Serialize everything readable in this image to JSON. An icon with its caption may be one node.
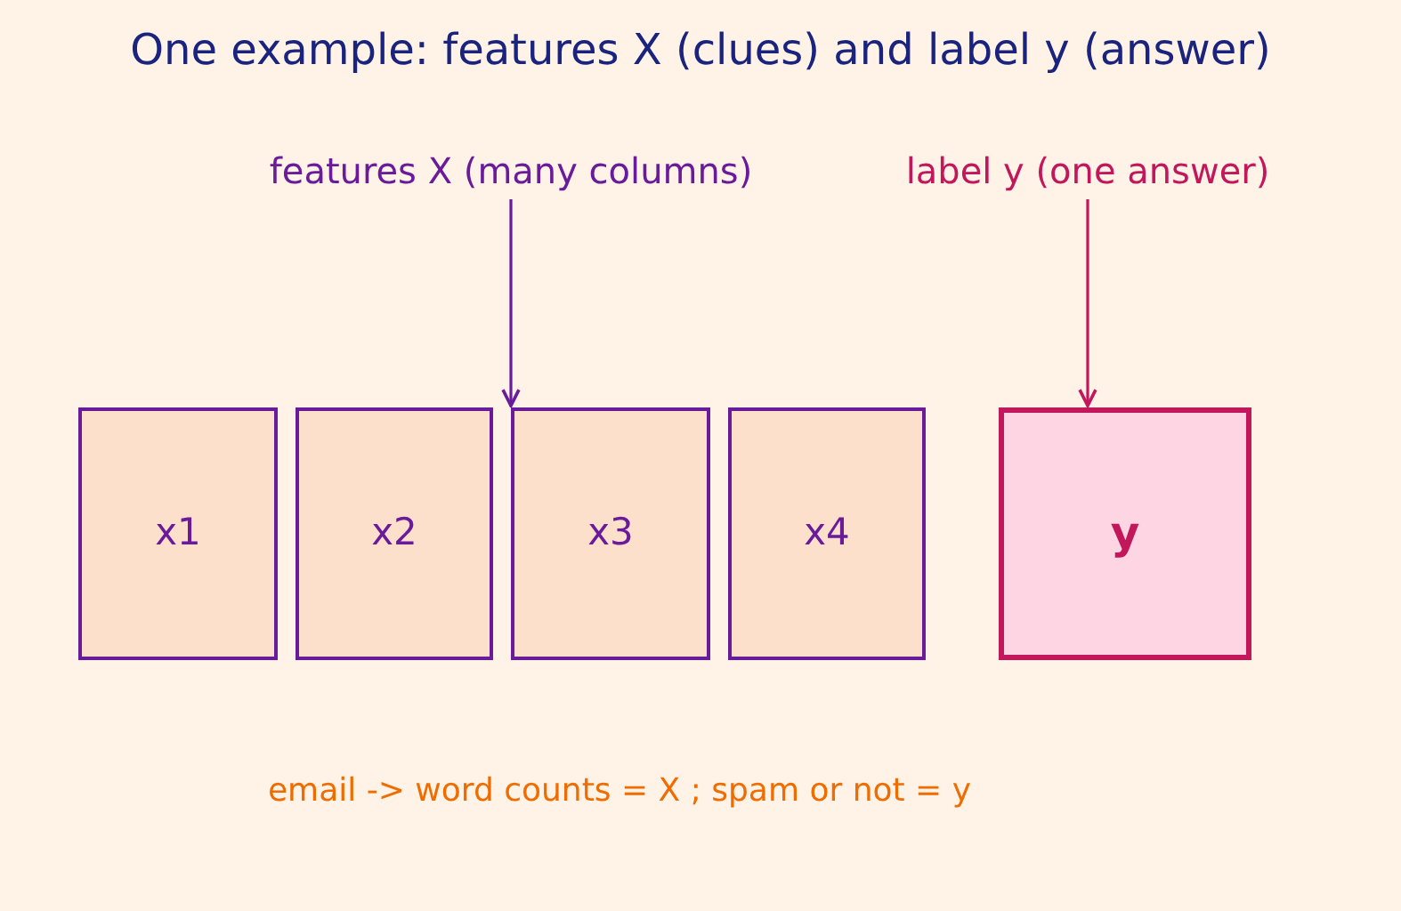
{
  "diagram": {
    "title": "One example: features X (clues) and label y (answer)",
    "nodes": [
      {
        "text": [
          "features X (many columns)"
        ]
      },
      {
        "text": [
          "label y (one answer)"
        ]
      },
      {
        "text": [
          "x1"
        ]
      },
      {
        "text": [
          "x2"
        ]
      },
      {
        "text": [
          "x3"
        ]
      },
      {
        "text": [
          "x4"
        ]
      },
      {
        "text": [
          "y"
        ]
      }
    ],
    "edges": [
      {
        "from": 0,
        "to": 4,
        "arrow": "to",
        "color": "#6a1b9a"
      },
      {
        "from": 1,
        "to": 6,
        "arrow": "to",
        "color": "#c2185b"
      }
    ],
    "labels": [
      "email -> word counts = X ; spam or not = y"
    ]
  }
}
